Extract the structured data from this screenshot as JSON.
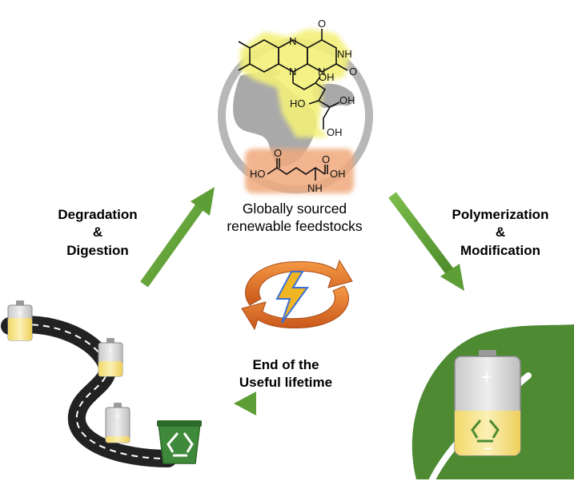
{
  "cycle": {
    "center_top": {
      "line1": "Globally sourced",
      "line2": "renewable feedstocks"
    },
    "right_step": {
      "line1": "Polymerization",
      "line2": "&",
      "line3": "Modification"
    },
    "bottom_step": {
      "line1": "End of the",
      "line2": "Useful lifetime"
    },
    "left_step": {
      "line1": "Degradation",
      "line2": "&",
      "line3": "Digestion"
    }
  },
  "molecule_labels": {
    "flavin": {
      "n1": "N",
      "o1": "O",
      "nh": "NH",
      "n2": "N",
      "o2": "O",
      "n3": "N",
      "oh1": "OH",
      "oh2": "HO",
      "oh3": "OH",
      "oh4": "OH"
    },
    "glutamate": {
      "ho": "HO",
      "o1": "O",
      "o2": "O",
      "oh": "OH",
      "nh2": "NH"
    }
  },
  "battery_symbols": {
    "plus": "+",
    "minus": "−"
  },
  "colors": {
    "arrow_green": "#5e9e36",
    "leaf_green": "#4d8a32",
    "globe_gray": "#b3b3b3",
    "cycle_orange": "#e0731f",
    "lightning": "#f0b522",
    "flavin_glow": "#f3f07a",
    "amino_glow": "#f0a97d",
    "bin_green": "#3f8a3a",
    "battery_fill": "#f4e08a"
  }
}
